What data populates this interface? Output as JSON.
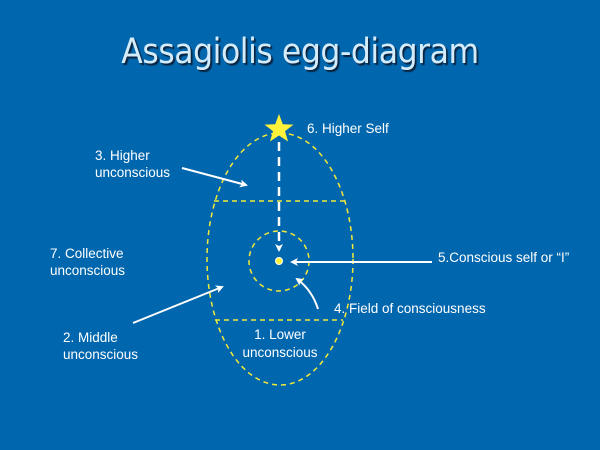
{
  "title": "Assagiolis egg-diagram",
  "labels": {
    "higher_self": "6. Higher Self",
    "higher_unconscious_1": "3. Higher",
    "higher_unconscious_2": "unconscious",
    "collective_1": "7. Collective",
    "collective_2": "unconscious",
    "conscious_self": "5.Conscious self or “I”",
    "field": "4. Field of consciousness",
    "middle_1": "2. Middle",
    "middle_2": "unconscious",
    "lower_1": "1. Lower",
    "lower_2": "unconscious"
  },
  "colors": {
    "background": "#0066ad",
    "dashes": "#f2ea3a",
    "star": "#fff23a",
    "arrows": "#ffffff"
  }
}
